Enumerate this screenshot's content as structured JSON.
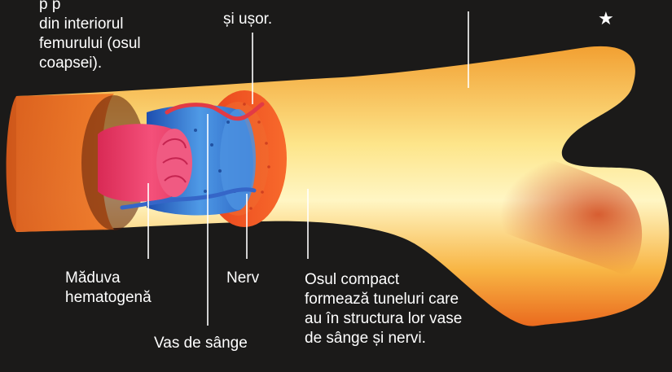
{
  "colors": {
    "background": "#1b1a19",
    "bone_outer": "#e8501c",
    "bone_inner": "#fff4b0",
    "marrow": "#ea3c64",
    "spongy_bone": "#2f74d1",
    "vessel": "#e23a45",
    "leader_line": "#ffffff"
  },
  "labels": {
    "top_left": [
      "p      p    ",
      "din interiorul",
      "femurului (osul",
      "coapsei)."
    ],
    "top_mid": [
      "și ușor."
    ],
    "marrow": [
      "Măduva",
      "hematogenă"
    ],
    "nerve": [
      "Nerv"
    ],
    "blood_vessel": [
      "Vas de sânge"
    ],
    "compact_bone": [
      "Osul compact",
      "formează tuneluri care",
      "au în structura lor vase",
      "de sânge și nervi."
    ]
  },
  "decoration": {
    "star": "★",
    "star_icon": "star-icon"
  }
}
